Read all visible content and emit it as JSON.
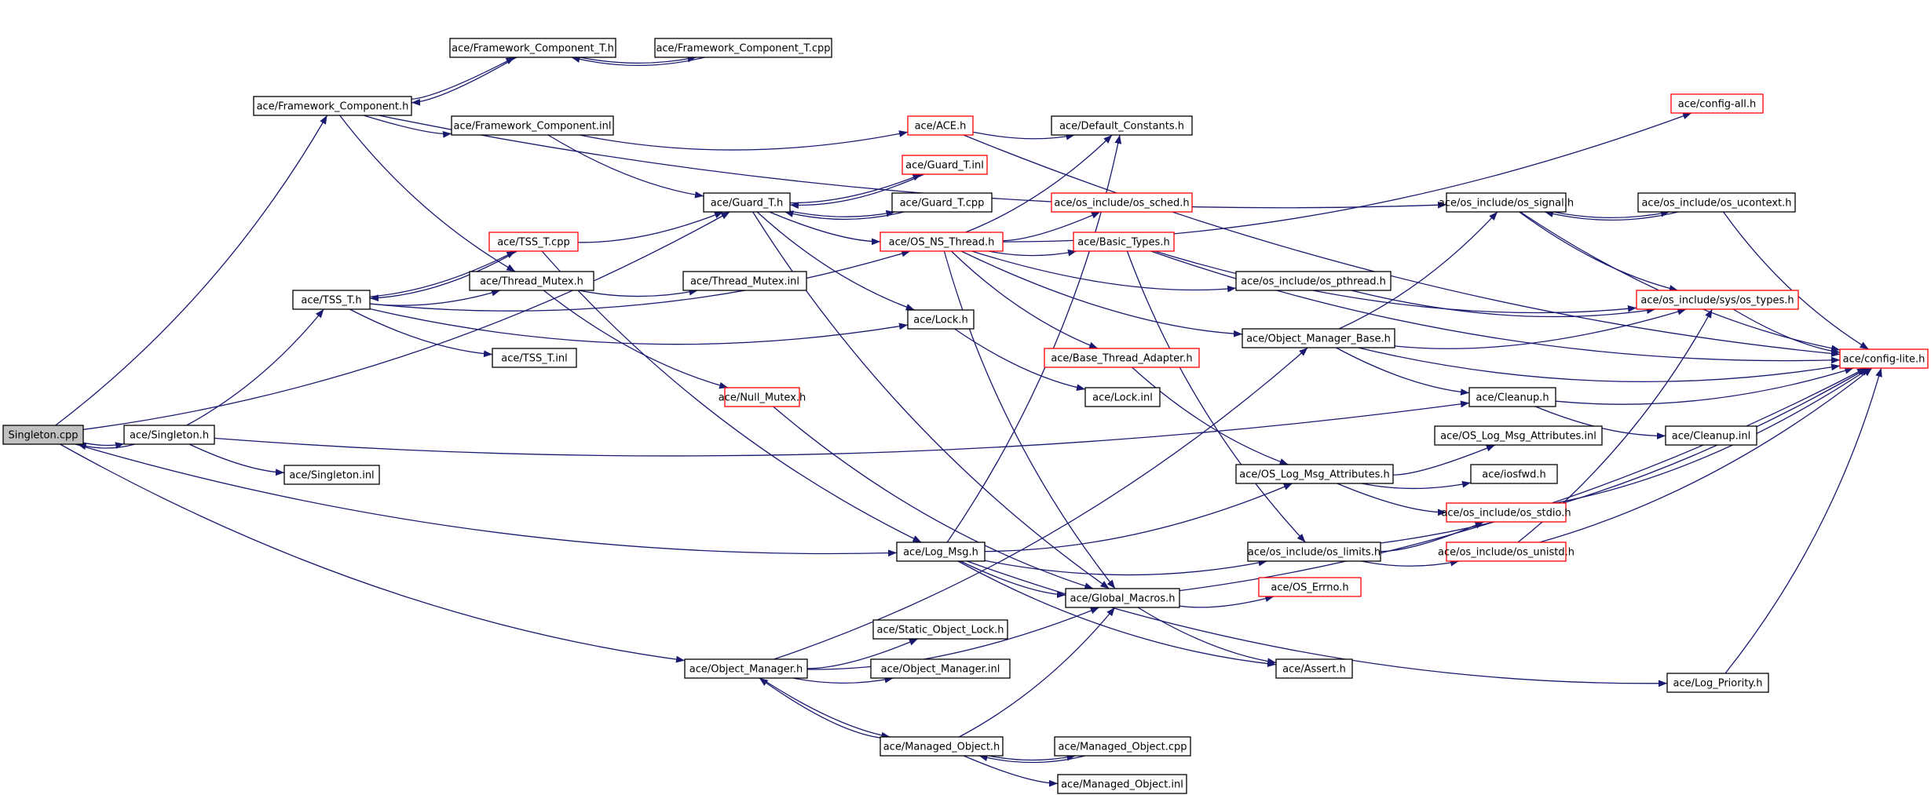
{
  "colors": {
    "edge": "#191970",
    "node_border": "#000000",
    "node_border_incomplete": "#ff0000",
    "root_fill": "#c0c0c0",
    "node_fill": "#ffffff"
  },
  "nodes": [
    {
      "id": "singleton_cpp",
      "label": "Singleton.cpp",
      "style": "root"
    },
    {
      "id": "singleton_h",
      "label": "ace/Singleton.h",
      "style": "normal"
    },
    {
      "id": "framework_component_h",
      "label": "ace/Framework_Component.h",
      "style": "normal"
    },
    {
      "id": "framework_component_t_h",
      "label": "ace/Framework_Component_T.h",
      "style": "normal"
    },
    {
      "id": "framework_component_t_cpp",
      "label": "ace/Framework_Component_T.cpp",
      "style": "normal"
    },
    {
      "id": "framework_component_inl",
      "label": "ace/Framework_Component.inl",
      "style": "normal"
    },
    {
      "id": "ace_h",
      "label": "ace/ACE.h",
      "style": "incomplete"
    },
    {
      "id": "default_constants_h",
      "label": "ace/Default_Constants.h",
      "style": "normal"
    },
    {
      "id": "config_all_h",
      "label": "ace/config-all.h",
      "style": "incomplete"
    },
    {
      "id": "guard_t_inl",
      "label": "ace/Guard_T.inl",
      "style": "incomplete"
    },
    {
      "id": "guard_t_h",
      "label": "ace/Guard_T.h",
      "style": "normal"
    },
    {
      "id": "guard_t_cpp",
      "label": "ace/Guard_T.cpp",
      "style": "normal"
    },
    {
      "id": "os_sched_h",
      "label": "ace/os_include/os_sched.h",
      "style": "incomplete"
    },
    {
      "id": "os_signal_h",
      "label": "ace/os_include/os_signal.h",
      "style": "normal"
    },
    {
      "id": "os_ucontext_h",
      "label": "ace/os_include/os_ucontext.h",
      "style": "normal"
    },
    {
      "id": "tss_t_cpp",
      "label": "ace/TSS_T.cpp",
      "style": "incomplete"
    },
    {
      "id": "os_ns_thread_h",
      "label": "ace/OS_NS_Thread.h",
      "style": "incomplete"
    },
    {
      "id": "basic_types_h",
      "label": "ace/Basic_Types.h",
      "style": "incomplete"
    },
    {
      "id": "tss_t_h",
      "label": "ace/TSS_T.h",
      "style": "normal"
    },
    {
      "id": "thread_mutex_h",
      "label": "ace/Thread_Mutex.h",
      "style": "normal"
    },
    {
      "id": "thread_mutex_inl",
      "label": "ace/Thread_Mutex.inl",
      "style": "normal"
    },
    {
      "id": "os_pthread_h",
      "label": "ace/os_include/os_pthread.h",
      "style": "normal"
    },
    {
      "id": "os_types_h",
      "label": "ace/os_include/sys/os_types.h",
      "style": "incomplete"
    },
    {
      "id": "lock_h",
      "label": "ace/Lock.h",
      "style": "normal"
    },
    {
      "id": "object_manager_base_h",
      "label": "ace/Object_Manager_Base.h",
      "style": "normal"
    },
    {
      "id": "config_lite_h",
      "label": "ace/config-lite.h",
      "style": "incomplete"
    },
    {
      "id": "tss_t_inl",
      "label": "ace/TSS_T.inl",
      "style": "normal"
    },
    {
      "id": "base_thread_adapter_h",
      "label": "ace/Base_Thread_Adapter.h",
      "style": "incomplete"
    },
    {
      "id": "null_mutex_h",
      "label": "ace/Null_Mutex.h",
      "style": "incomplete"
    },
    {
      "id": "lock_inl",
      "label": "ace/Lock.inl",
      "style": "normal"
    },
    {
      "id": "cleanup_h",
      "label": "ace/Cleanup.h",
      "style": "normal"
    },
    {
      "id": "singleton_inl",
      "label": "ace/Singleton.inl",
      "style": "normal"
    },
    {
      "id": "cleanup_inl",
      "label": "ace/Cleanup.inl",
      "style": "normal"
    },
    {
      "id": "os_log_msg_attributes_inl",
      "label": "ace/OS_Log_Msg_Attributes.inl",
      "style": "normal"
    },
    {
      "id": "os_log_msg_attributes_h",
      "label": "ace/OS_Log_Msg_Attributes.h",
      "style": "normal"
    },
    {
      "id": "iosfwd_h",
      "label": "ace/iosfwd.h",
      "style": "normal"
    },
    {
      "id": "os_stdio_h",
      "label": "ace/os_include/os_stdio.h",
      "style": "incomplete"
    },
    {
      "id": "log_msg_h",
      "label": "ace/Log_Msg.h",
      "style": "normal"
    },
    {
      "id": "os_limits_h",
      "label": "ace/os_include/os_limits.h",
      "style": "normal"
    },
    {
      "id": "os_unistd_h",
      "label": "ace/os_include/os_unistd.h",
      "style": "incomplete"
    },
    {
      "id": "os_errno_h",
      "label": "ace/OS_Errno.h",
      "style": "incomplete"
    },
    {
      "id": "global_macros_h",
      "label": "ace/Global_Macros.h",
      "style": "normal"
    },
    {
      "id": "static_object_lock_h",
      "label": "ace/Static_Object_Lock.h",
      "style": "normal"
    },
    {
      "id": "object_manager_h",
      "label": "ace/Object_Manager.h",
      "style": "normal"
    },
    {
      "id": "object_manager_inl",
      "label": "ace/Object_Manager.inl",
      "style": "normal"
    },
    {
      "id": "assert_h",
      "label": "ace/Assert.h",
      "style": "normal"
    },
    {
      "id": "log_priority_h",
      "label": "ace/Log_Priority.h",
      "style": "normal"
    },
    {
      "id": "managed_object_h",
      "label": "ace/Managed_Object.h",
      "style": "normal"
    },
    {
      "id": "managed_object_cpp",
      "label": "ace/Managed_Object.cpp",
      "style": "normal"
    },
    {
      "id": "managed_object_inl",
      "label": "ace/Managed_Object.inl",
      "style": "normal"
    }
  ],
  "edges": [
    [
      "singleton_cpp",
      "singleton_h"
    ],
    [
      "singleton_h",
      "singleton_cpp"
    ],
    [
      "singleton_cpp",
      "framework_component_h"
    ],
    [
      "singleton_cpp",
      "guard_t_h"
    ],
    [
      "singleton_cpp",
      "log_msg_h"
    ],
    [
      "singleton_cpp",
      "object_manager_h"
    ],
    [
      "singleton_h",
      "tss_t_h"
    ],
    [
      "singleton_h",
      "singleton_inl"
    ],
    [
      "singleton_h",
      "cleanup_h"
    ],
    [
      "framework_component_h",
      "framework_component_t_h"
    ],
    [
      "framework_component_t_h",
      "framework_component_h"
    ],
    [
      "framework_component_t_h",
      "framework_component_t_cpp"
    ],
    [
      "framework_component_t_cpp",
      "framework_component_t_h"
    ],
    [
      "framework_component_h",
      "framework_component_inl"
    ],
    [
      "framework_component_h",
      "thread_mutex_h"
    ],
    [
      "framework_component_h",
      "os_signal_h"
    ],
    [
      "framework_component_inl",
      "ace_h"
    ],
    [
      "framework_component_inl",
      "guard_t_h"
    ],
    [
      "ace_h",
      "default_constants_h"
    ],
    [
      "ace_h",
      "config_lite_h"
    ],
    [
      "guard_t_h",
      "guard_t_inl"
    ],
    [
      "guard_t_inl",
      "guard_t_h"
    ],
    [
      "guard_t_h",
      "guard_t_cpp"
    ],
    [
      "guard_t_cpp",
      "guard_t_h"
    ],
    [
      "guard_t_h",
      "os_ns_thread_h"
    ],
    [
      "guard_t_h",
      "lock_h"
    ],
    [
      "guard_t_h",
      "global_macros_h"
    ],
    [
      "tss_t_h",
      "tss_t_cpp"
    ],
    [
      "tss_t_cpp",
      "tss_t_h"
    ],
    [
      "tss_t_cpp",
      "guard_t_h"
    ],
    [
      "tss_t_cpp",
      "log_msg_h"
    ],
    [
      "tss_t_h",
      "thread_mutex_h"
    ],
    [
      "tss_t_h",
      "lock_h"
    ],
    [
      "tss_t_h",
      "tss_t_inl"
    ],
    [
      "tss_t_h",
      "os_ns_thread_h"
    ],
    [
      "thread_mutex_h",
      "thread_mutex_inl"
    ],
    [
      "thread_mutex_h",
      "null_mutex_h"
    ],
    [
      "os_ns_thread_h",
      "default_constants_h"
    ],
    [
      "os_ns_thread_h",
      "os_sched_h"
    ],
    [
      "os_ns_thread_h",
      "config_all_h"
    ],
    [
      "os_ns_thread_h",
      "basic_types_h"
    ],
    [
      "os_ns_thread_h",
      "os_pthread_h"
    ],
    [
      "os_ns_thread_h",
      "object_manager_base_h"
    ],
    [
      "os_ns_thread_h",
      "base_thread_adapter_h"
    ],
    [
      "os_ns_thread_h",
      "global_macros_h"
    ],
    [
      "basic_types_h",
      "config_lite_h"
    ],
    [
      "basic_types_h",
      "os_types_h"
    ],
    [
      "basic_types_h",
      "os_limits_h"
    ],
    [
      "os_pthread_h",
      "os_types_h"
    ],
    [
      "os_signal_h",
      "os_ucontext_h"
    ],
    [
      "os_ucontext_h",
      "os_signal_h"
    ],
    [
      "os_signal_h",
      "os_types_h"
    ],
    [
      "os_signal_h",
      "config_lite_h"
    ],
    [
      "os_ucontext_h",
      "config_lite_h"
    ],
    [
      "os_types_h",
      "config_lite_h"
    ],
    [
      "lock_h",
      "lock_inl"
    ],
    [
      "object_manager_base_h",
      "os_signal_h"
    ],
    [
      "object_manager_base_h",
      "os_types_h"
    ],
    [
      "object_manager_base_h",
      "config_lite_h"
    ],
    [
      "object_manager_base_h",
      "cleanup_h"
    ],
    [
      "base_thread_adapter_h",
      "os_log_msg_attributes_h"
    ],
    [
      "cleanup_h",
      "cleanup_inl"
    ],
    [
      "cleanup_h",
      "config_lite_h"
    ],
    [
      "os_log_msg_attributes_h",
      "os_log_msg_attributes_inl"
    ],
    [
      "os_log_msg_attributes_h",
      "iosfwd_h"
    ],
    [
      "os_log_msg_attributes_h",
      "os_stdio_h"
    ],
    [
      "os_stdio_h",
      "config_lite_h"
    ],
    [
      "log_msg_h",
      "default_constants_h"
    ],
    [
      "log_msg_h",
      "os_log_msg_attributes_h"
    ],
    [
      "log_msg_h",
      "os_limits_h"
    ],
    [
      "log_msg_h",
      "global_macros_h"
    ],
    [
      "log_msg_h",
      "assert_h"
    ],
    [
      "log_msg_h",
      "log_priority_h"
    ],
    [
      "os_limits_h",
      "os_stdio_h"
    ],
    [
      "os_limits_h",
      "os_unistd_h"
    ],
    [
      "os_limits_h",
      "config_lite_h"
    ],
    [
      "os_unistd_h",
      "os_types_h"
    ],
    [
      "os_unistd_h",
      "config_lite_h"
    ],
    [
      "log_priority_h",
      "config_lite_h"
    ],
    [
      "null_mutex_h",
      "global_macros_h"
    ],
    [
      "global_macros_h",
      "os_errno_h"
    ],
    [
      "global_macros_h",
      "assert_h"
    ],
    [
      "global_macros_h",
      "config_lite_h"
    ],
    [
      "object_manager_h",
      "static_object_lock_h"
    ],
    [
      "object_manager_h",
      "object_manager_inl"
    ],
    [
      "object_manager_h",
      "global_macros_h"
    ],
    [
      "object_manager_h",
      "object_manager_base_h"
    ],
    [
      "object_manager_h",
      "managed_object_h"
    ],
    [
      "managed_object_h",
      "object_manager_h"
    ],
    [
      "managed_object_h",
      "global_macros_h"
    ],
    [
      "managed_object_h",
      "managed_object_cpp"
    ],
    [
      "managed_object_cpp",
      "managed_object_h"
    ],
    [
      "managed_object_h",
      "managed_object_inl"
    ]
  ]
}
